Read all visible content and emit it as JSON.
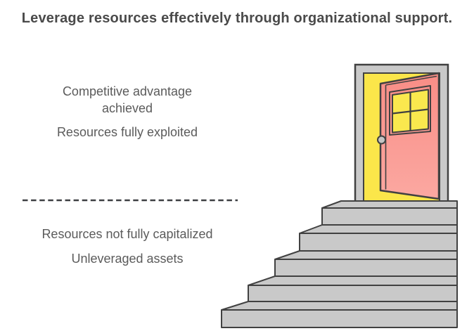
{
  "title": "Leverage resources effectively through organizational support.",
  "above_threshold": {
    "labels": [
      "Competitive advantage achieved",
      "Resources fully exploited"
    ]
  },
  "below_threshold": {
    "labels": [
      "Resources not fully capitalized",
      "Unleveraged assets"
    ]
  },
  "illustration": {
    "name": "open-door-at-top-of-staircase",
    "steps": 5
  },
  "colors": {
    "background": "#ffffff",
    "title_text": "#4a4a4a",
    "body_text": "#5b5b5b",
    "outline": "#414141",
    "stairs_gray": "#c9c9c9",
    "frame_gray": "#c9c9c9",
    "door_pink_top": "#f98d86",
    "door_pink_bottom": "#fba8a1",
    "doorway_yellow": "#fbe64a",
    "pane_yellow": "#fae84e",
    "knob_gray": "#c4c4c4",
    "dash": "#3d3f42"
  }
}
